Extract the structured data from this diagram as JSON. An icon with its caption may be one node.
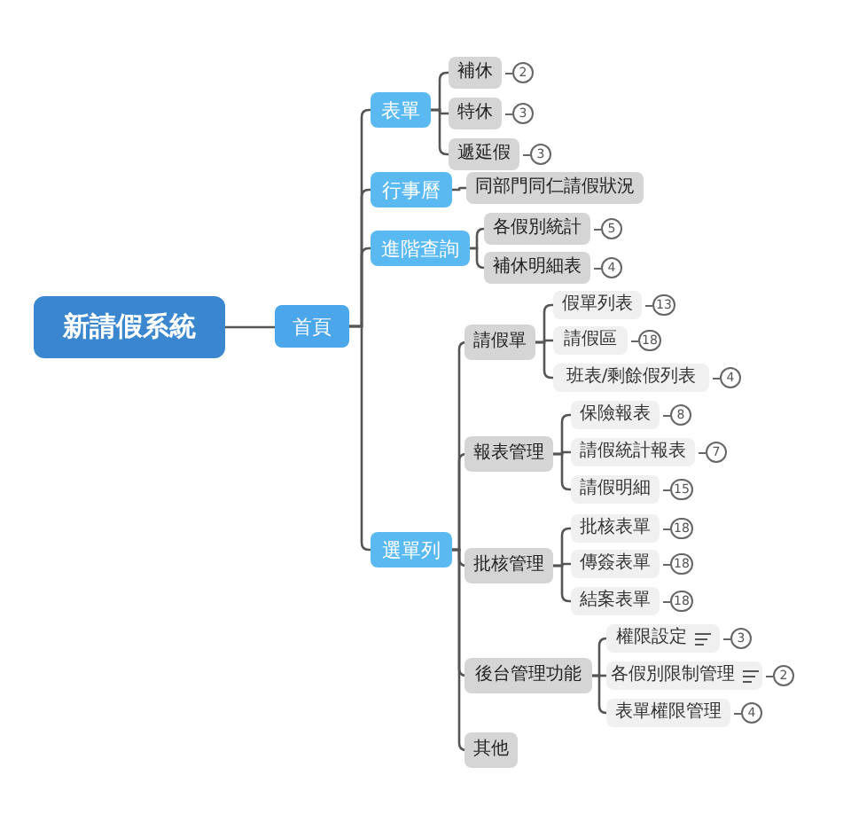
{
  "diagram": {
    "nodes": [
      {
        "text": [
          "新請假系統"
        ]
      },
      {
        "text": [
          "首頁"
        ]
      },
      {
        "text": [
          "表單"
        ]
      },
      {
        "text": [
          "補休"
        ],
        "beside": [
          "2"
        ]
      },
      {
        "text": [
          "特休"
        ],
        "beside": [
          "3"
        ]
      },
      {
        "text": [
          "遞延假"
        ],
        "beside": [
          "3"
        ]
      },
      {
        "text": [
          "行事曆"
        ]
      },
      {
        "text": [
          "同部門同仁請假狀況"
        ]
      },
      {
        "text": [
          "進階查詢"
        ]
      },
      {
        "text": [
          "各假別統計"
        ],
        "beside": [
          "5"
        ]
      },
      {
        "text": [
          "補休明細表"
        ],
        "beside": [
          "4"
        ]
      },
      {
        "text": [
          "選單列"
        ]
      },
      {
        "text": [
          "請假單"
        ]
      },
      {
        "text": [
          "假單列表"
        ],
        "beside": [
          "13"
        ]
      },
      {
        "text": [
          "請假區"
        ],
        "beside": [
          "18"
        ]
      },
      {
        "text": [
          "班表/剩餘假列表"
        ],
        "beside": [
          "4"
        ]
      },
      {
        "text": [
          "報表管理"
        ]
      },
      {
        "text": [
          "保險報表"
        ],
        "beside": [
          "8"
        ]
      },
      {
        "text": [
          "請假統計報表"
        ],
        "beside": [
          "7"
        ]
      },
      {
        "text": [
          "請假明細"
        ],
        "beside": [
          "15"
        ]
      },
      {
        "text": [
          "批核管理"
        ]
      },
      {
        "text": [
          "批核表單"
        ],
        "beside": [
          "18"
        ]
      },
      {
        "text": [
          "傳簽表單"
        ],
        "beside": [
          "18"
        ]
      },
      {
        "text": [
          "結案表單"
        ],
        "beside": [
          "18"
        ]
      },
      {
        "text": [
          "後台管理功能"
        ]
      },
      {
        "text": [
          "權限設定"
        ],
        "beside": [
          "3"
        ]
      },
      {
        "text": [
          "各假別限制管理"
        ],
        "beside": [
          "2"
        ]
      },
      {
        "text": [
          "表單權限管理"
        ],
        "beside": [
          "4"
        ]
      },
      {
        "text": [
          "其他"
        ]
      }
    ],
    "edges": [
      {
        "from": 0,
        "to": 1,
        "arrow": "none"
      },
      {
        "from": 1,
        "to": 2,
        "arrow": "none"
      },
      {
        "from": 1,
        "to": 6,
        "arrow": "none"
      },
      {
        "from": 1,
        "to": 8,
        "arrow": "none"
      },
      {
        "from": 1,
        "to": 11,
        "arrow": "none"
      },
      {
        "from": 2,
        "to": 3,
        "arrow": "none"
      },
      {
        "from": 2,
        "to": 4,
        "arrow": "none"
      },
      {
        "from": 2,
        "to": 5,
        "arrow": "none"
      },
      {
        "from": 6,
        "to": 7,
        "arrow": "none"
      },
      {
        "from": 8,
        "to": 9,
        "arrow": "none"
      },
      {
        "from": 8,
        "to": 10,
        "arrow": "none"
      },
      {
        "from": 11,
        "to": 12,
        "arrow": "none"
      },
      {
        "from": 11,
        "to": 16,
        "arrow": "none"
      },
      {
        "from": 11,
        "to": 20,
        "arrow": "none"
      },
      {
        "from": 11,
        "to": 24,
        "arrow": "none"
      },
      {
        "from": 11,
        "to": 28,
        "arrow": "none"
      },
      {
        "from": 12,
        "to": 13,
        "arrow": "none"
      },
      {
        "from": 12,
        "to": 14,
        "arrow": "none"
      },
      {
        "from": 12,
        "to": 15,
        "arrow": "none"
      },
      {
        "from": 16,
        "to": 17,
        "arrow": "none"
      },
      {
        "from": 16,
        "to": 18,
        "arrow": "none"
      },
      {
        "from": 16,
        "to": 19,
        "arrow": "none"
      },
      {
        "from": 20,
        "to": 21,
        "arrow": "none"
      },
      {
        "from": 20,
        "to": 22,
        "arrow": "none"
      },
      {
        "from": 20,
        "to": 23,
        "arrow": "none"
      },
      {
        "from": 24,
        "to": 25,
        "arrow": "none"
      },
      {
        "from": 24,
        "to": 26,
        "arrow": "none"
      },
      {
        "from": 24,
        "to": 27,
        "arrow": "none"
      }
    ]
  }
}
